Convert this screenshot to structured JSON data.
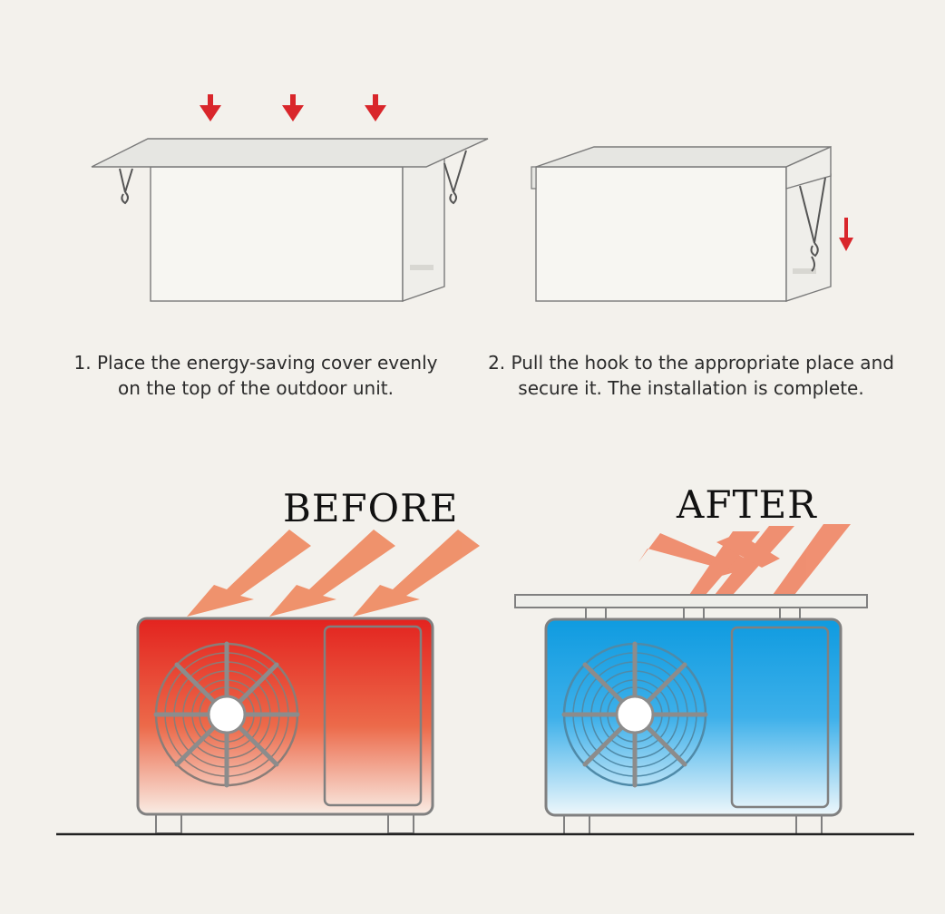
{
  "steps": [
    {
      "caption_line1": "1. Place the energy-saving cover evenly",
      "caption_line2": "on the top of the outdoor unit."
    },
    {
      "caption_line1": "2. Pull the hook to the appropriate place and",
      "caption_line2": "secure it. The installation is complete."
    }
  ],
  "comparison": {
    "before_label": "BEFORE",
    "after_label": "AFTER"
  },
  "colors": {
    "background": "#f3f1ec",
    "arrow_red": "#d9262b",
    "sun_orange": "#ef8a62",
    "hot_red": "#e3231f",
    "cool_blue": "#0f9be0",
    "outline": "#777777"
  },
  "icons": [
    "down-arrow-icon",
    "hook-icon",
    "sun-ray-arrow-icon",
    "fan-icon"
  ]
}
